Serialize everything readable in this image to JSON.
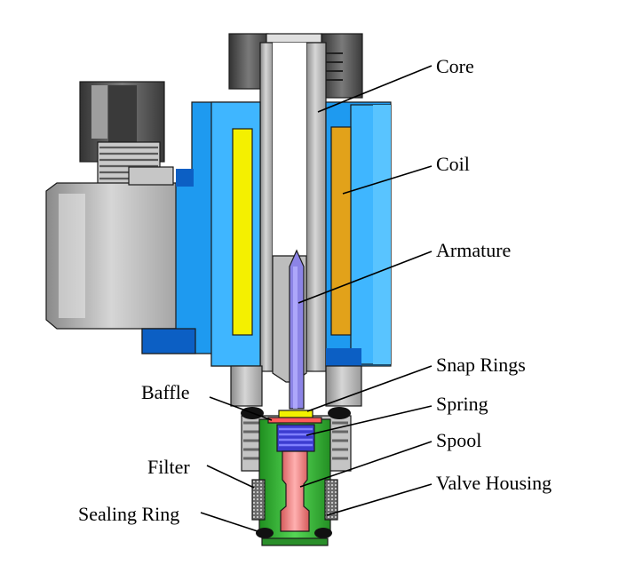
{
  "labels": {
    "core": "Core",
    "coil": "Coil",
    "armature": "Armature",
    "snap_rings": "Snap Rings",
    "baffle": "Baffle",
    "spring": "Spring",
    "spool": "Spool",
    "filter": "Filter",
    "valve_housing": "Valve Housing",
    "sealing_ring": "Sealing Ring"
  },
  "colors": {
    "housing_gray": "#a9a9a9",
    "housing_light": "#c8c8c8",
    "dark_gray": "#4d4d4d",
    "coil_frame_blue": "#1e9af0",
    "coil_frame_light": "#3fb6ff",
    "coil_frame_dark": "#0c5fc4",
    "coil_yellow": "#f4f000",
    "coil_orange": "#e2a21a",
    "armature_violet": "#8c84e6",
    "spring_blue": "#3c3cd0",
    "spool_red": "#f08080",
    "valve_green": "#3cc23c",
    "snap_ring_yellow": "#f2f200"
  }
}
